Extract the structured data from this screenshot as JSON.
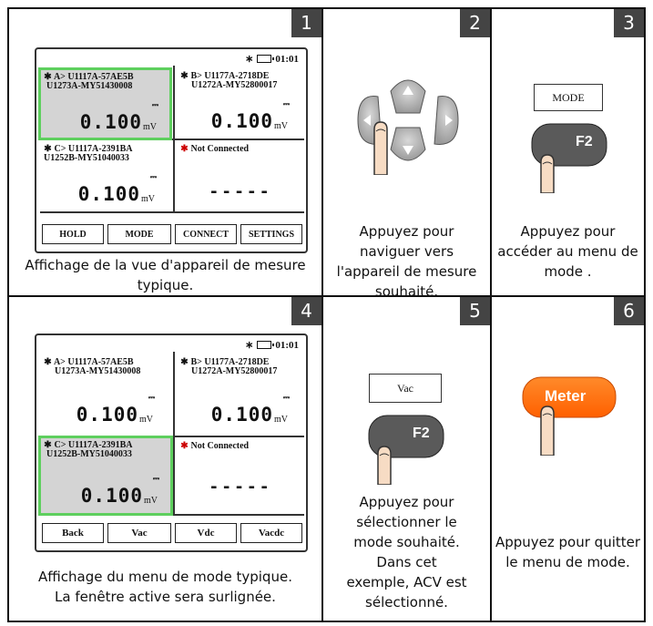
{
  "steps": [
    {
      "number": "1",
      "caption": [
        "Affichage de la vue d'appareil de mesure",
        "typique."
      ]
    },
    {
      "number": "2",
      "caption": [
        "Appuyez pour",
        "naviguer vers",
        "l'appareil de mesure",
        "souhaité."
      ]
    },
    {
      "number": "3",
      "caption": [
        "Appuyez pour",
        "accéder au menu de",
        "mode ."
      ]
    },
    {
      "number": "4",
      "caption": [
        "Affichage du menu  de mode typique.",
        "La fenêtre active sera surlignée."
      ]
    },
    {
      "number": "5",
      "caption": [
        "Appuyez pour",
        "sélectionner le",
        "mode souhaité.",
        "Dans cet",
        "exemple, ACV est",
        "sélectionné."
      ]
    },
    {
      "number": "6",
      "caption": [
        "Appuyez pour quitter",
        "le menu de mode."
      ]
    }
  ],
  "screen_status": {
    "time": "01:01",
    "star": "∗"
  },
  "windows": [
    {
      "title": "A> U1117A-57AE5B",
      "subtitle": "U1273A-MY51430008",
      "value": "0.100",
      "unit": "mV",
      "dc": "⎓"
    },
    {
      "title": "B> U1177A-2718DE",
      "subtitle": "U1272A-MY52800017",
      "value": "0.100",
      "unit": "mV",
      "dc": "⎓"
    },
    {
      "title": "C> U1117A-2391BA",
      "subtitle": "U1252B-MY51040033",
      "value": "0.100",
      "unit": "mV",
      "dc": "⎓"
    },
    {
      "title": "Not Connected",
      "dashes": "-----"
    }
  ],
  "softkeys_view": [
    "HOLD",
    "MODE",
    "CONNECT",
    "SETTINGS"
  ],
  "softkeys_mode": [
    "Back",
    "Vac",
    "Vdc",
    "Vacdc"
  ],
  "step3": {
    "label": "MODE",
    "key": "F2"
  },
  "step5": {
    "label": "Vac",
    "key": "F2"
  },
  "step6": {
    "key": "Meter"
  },
  "colors": {
    "highlight": "#5ecf5e",
    "meter_key": "#ff6a00",
    "number_bg": "#444444"
  }
}
